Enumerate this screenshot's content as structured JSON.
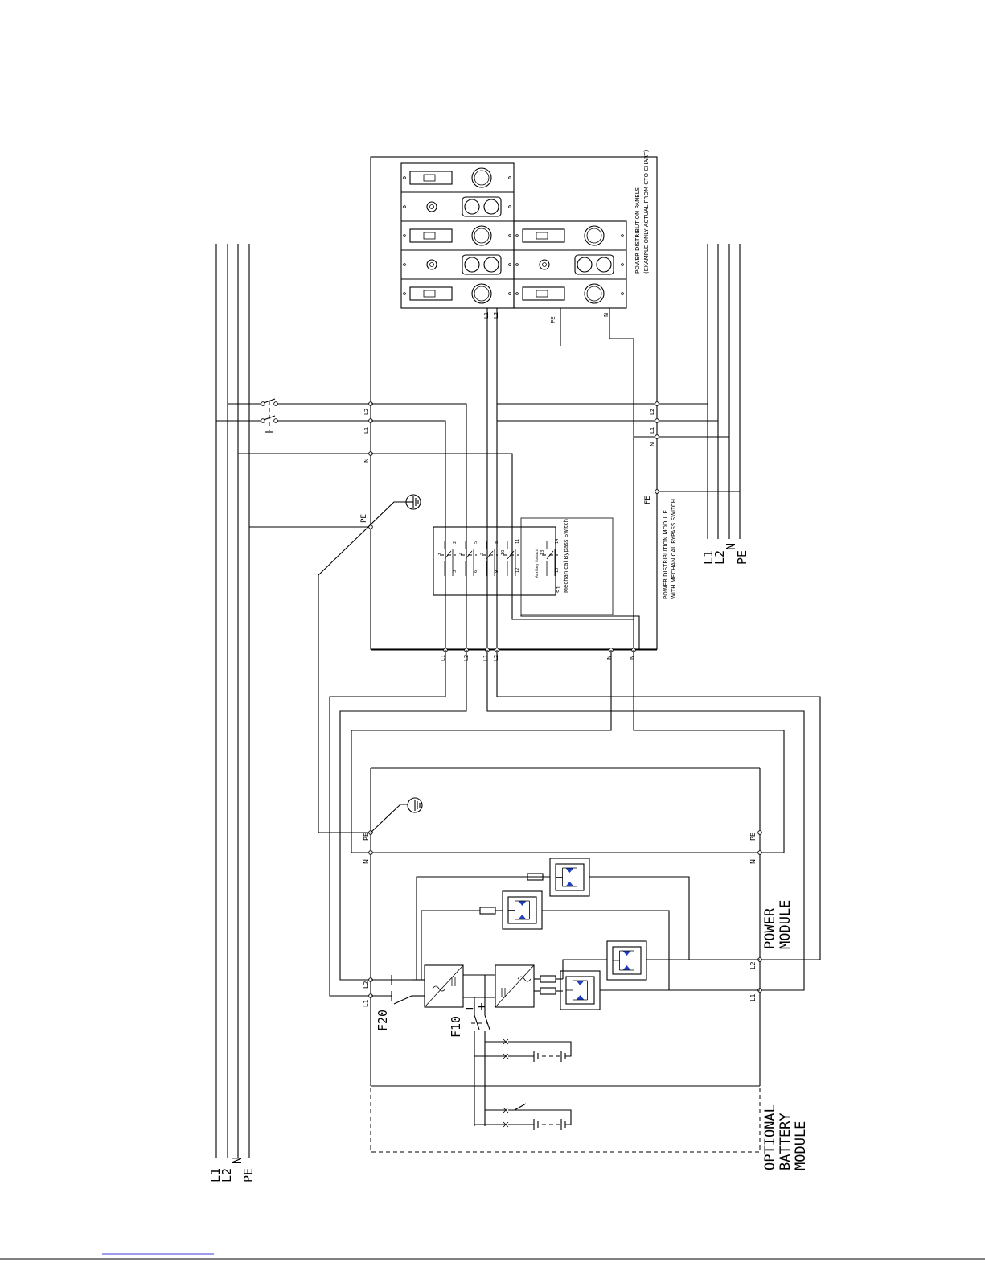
{
  "bus_left": {
    "labels": [
      "L1",
      "L2",
      "N",
      "PE"
    ]
  },
  "bus_right": {
    "labels": [
      "L1",
      "L2",
      "N",
      "PE"
    ]
  },
  "distribution_panel": {
    "title_line1": "POWER DISTRIBUTION PANELS",
    "title_line2": "(EXAMPLE ONLY ACTUAL FROM CTO CHART)",
    "pin_l1": "L1",
    "pin_l2": "L2",
    "pin_pe": "PE",
    "pin_n": "N"
  },
  "pdm": {
    "title_line1": "POWER DISTRIBUTION MODULE",
    "title_line2": "WITH MECHANICAL BYPASS SWITCH",
    "term_top_l2": "L2",
    "term_top_l1": "L1",
    "term_top_n": "N",
    "term_top_pe": "PE",
    "term_right_l2": "L2",
    "term_right_l1": "L1",
    "term_right_n": "N",
    "term_right_fe": "FE",
    "term_bot_l1a": "L1",
    "term_bot_l2a": "L2",
    "term_bot_l1b": "L1",
    "term_bot_l2b": "L2",
    "term_bot_n1": "N",
    "term_bot_n2": "N"
  },
  "bypass_switch": {
    "ref": "S1",
    "name": "Mechanical Bypass Switch",
    "sub": "Auxiliary Contacts",
    "contacts": [
      "1",
      "2",
      "3",
      "4",
      "5",
      "6",
      "7",
      "8",
      "9",
      "10",
      "11",
      "12",
      "13",
      "14",
      "15"
    ]
  },
  "power_module": {
    "title_line1": "POWER",
    "title_line2": "MODULE",
    "term_pe_top": "PE",
    "term_n_top": "N",
    "term_l2": "L2",
    "term_l1": "L1",
    "term_pe_right": "PE",
    "term_n_right": "N",
    "term_l2_right": "L2",
    "term_l1_right": "L1",
    "breaker_ac": "F20",
    "breaker_dc": "F10",
    "dc_minus": "−",
    "dc_plus": "+"
  },
  "battery_module": {
    "title_line1": "OPTIONAL",
    "title_line2": "BATTERY",
    "title_line3": "MODULE"
  },
  "colors": {
    "ink": "#000000",
    "diode": "#1f3fbf",
    "footer_link": "#3b3bd6"
  }
}
